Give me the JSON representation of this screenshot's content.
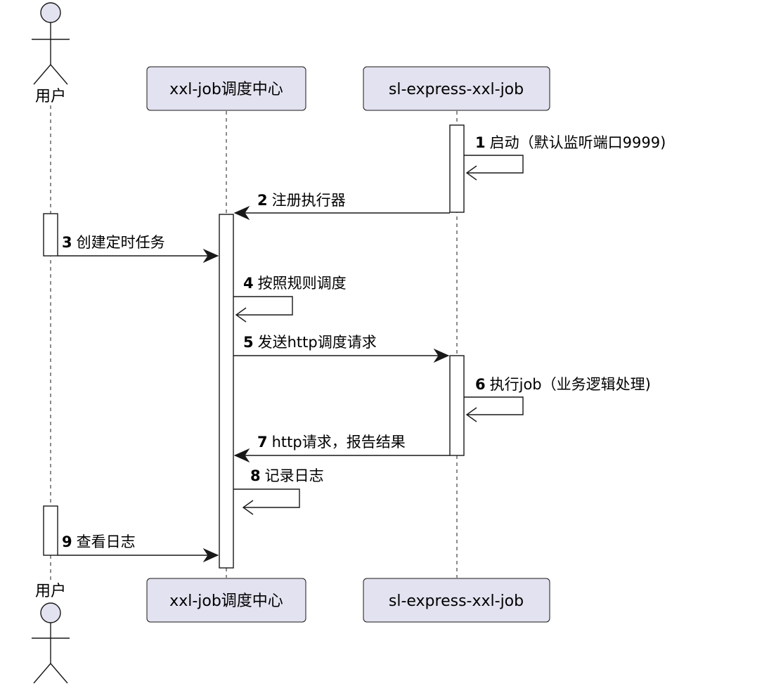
{
  "participants": {
    "user": {
      "label": "用户",
      "type": "actor"
    },
    "center": {
      "label": "xxl-job调度中心",
      "type": "participant"
    },
    "executor": {
      "label": "sl-express-xxl-job",
      "type": "participant"
    }
  },
  "messages": [
    {
      "number": "1",
      "text": "启动（默认监听端口9999)",
      "from": "executor",
      "to": "executor"
    },
    {
      "number": "2",
      "text": "注册执行器",
      "from": "executor",
      "to": "center"
    },
    {
      "number": "3",
      "text": "创建定时任务",
      "from": "user",
      "to": "center"
    },
    {
      "number": "4",
      "text": "按照规则调度",
      "from": "center",
      "to": "center"
    },
    {
      "number": "5",
      "text": "发送http调度请求",
      "from": "center",
      "to": "executor"
    },
    {
      "number": "6",
      "text": "执行job（业务逻辑处理)",
      "from": "executor",
      "to": "executor"
    },
    {
      "number": "7",
      "text": "http请求，报告结果",
      "from": "executor",
      "to": "center"
    },
    {
      "number": "8",
      "text": "记录日志",
      "from": "center",
      "to": "center"
    },
    {
      "number": "9",
      "text": "查看日志",
      "from": "user",
      "to": "center"
    }
  ]
}
